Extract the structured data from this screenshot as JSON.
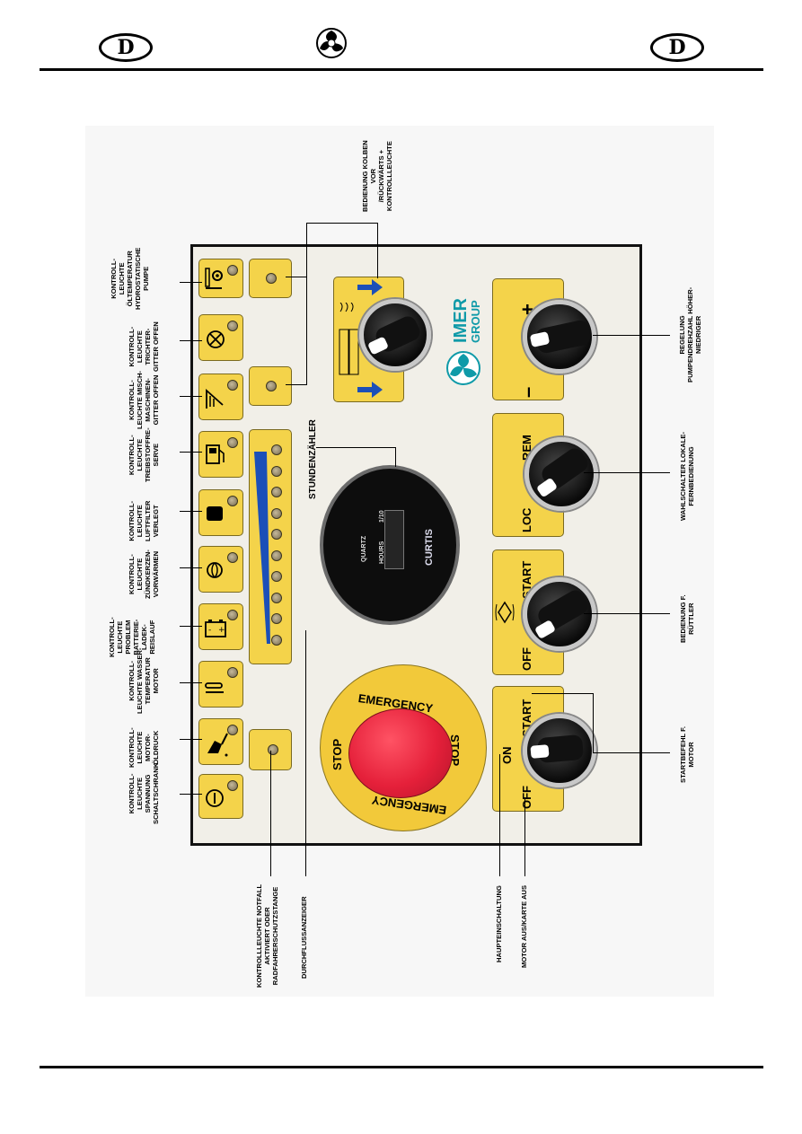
{
  "header": {
    "lang_left": "D",
    "lang_right": "D"
  },
  "gauge": {
    "brand": "CURTIS",
    "quartz": "QUARTZ",
    "hours": "HOURS",
    "unit": "1/10"
  },
  "estop": {
    "top": "EMERGENCY",
    "bottom": "EMERGENCY",
    "left": "STOP",
    "right": "STOP"
  },
  "switches": {
    "pump_plus": "+",
    "pump_minus": "–",
    "loc": "LOC",
    "rem": "REM",
    "vib_off": "OFF",
    "vib_start": "START",
    "main_off": "OFF",
    "main_on": "ON",
    "main_start": "START"
  },
  "brand": {
    "line1": "IMER",
    "line2": "GROUP"
  },
  "labels": {
    "voltage": [
      "KONTROLL-",
      "LEUCHTE",
      "SPANNUNG",
      "SCHALTSCHRANK"
    ],
    "oil_pressure": [
      "KONTROLL-",
      "LEUCHTE",
      "MOTOR-",
      "ÖLDRUCK"
    ],
    "water_temp": [
      "KONTROLL-",
      "LEUCHTE WASSER-",
      "TEMPERATUR",
      "MOTOR"
    ],
    "battery": [
      "KONTROLL-",
      "LEUCHTE",
      "PROBLEM",
      "BATTERIE-",
      "LADEK-",
      "REISLAUF"
    ],
    "glow_plug": [
      "KONTROLL-",
      "LEUCHTE",
      "ZÜNDKERZEN-",
      "VORWÄRMEN"
    ],
    "air_filter": [
      "KONTROLL-",
      "LEUCHTE",
      "LUFTFILTER",
      "VERLEGT"
    ],
    "fuel": [
      "KONTROLL-",
      "LEUCHTE",
      "TREIBSTOFFRE-",
      "SERVE"
    ],
    "mixer_grid": [
      "KONTROLL-",
      "LEUCHTE MISCH-",
      "MASCHINEN-",
      "GITTER OFFEN"
    ],
    "hopper_grid": [
      "KONTROLL-",
      "LEUCHTE",
      "TRICHTER-",
      "GITTER OFFEN"
    ],
    "oil_temp": [
      "KONTROLL-",
      "LEUCHTE",
      "ÖLTEMPERATUR",
      "HYDROSTATISCHE",
      "PUMPE"
    ],
    "piston": [
      "BEDIENUNG KOLBEN",
      "VOR",
      "/RÜCKWÄRTS +",
      "KONTROLLLEUCHTE"
    ],
    "pump_speed": [
      "REGELUNG",
      "PUMPENDREHZAHL HÖHER-",
      "NIEDRIGER"
    ],
    "local_remote": [
      "WAHLSCHALTER LOKALE-",
      "FERNBEDIENUNG"
    ],
    "vibrator": [
      "BEDIENUNG F.",
      "RÜTTLER"
    ],
    "motor_start": [
      "STARTBEFEHL F.",
      "MOTOR"
    ],
    "hour_meter": "STUNDENZÄHLER",
    "emergency": [
      "KONTROLLLEUCHTE NOTFALL",
      "AKTIVIERT ODER",
      "RADFAHRERSCHUTZSTANGE"
    ],
    "flow": "DURCHFLUSSANZEIGER",
    "main_switch": "HAUPTEINSCHALTUNG",
    "motor_off": "MOTOR AUS/KARTE AUS"
  },
  "flow_meter": {
    "leds": 10,
    "level": 0.9
  },
  "colors": {
    "panel_yellow": "#f4d34a",
    "estop_red": "#e5203a",
    "arrow_blue": "#1b4fb8",
    "brand_teal": "#0f9aa8"
  }
}
